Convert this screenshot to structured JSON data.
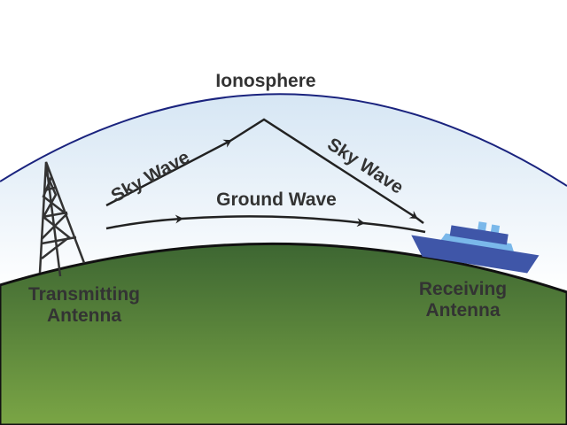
{
  "labels": {
    "ionosphere": "Ionosphere",
    "sky_wave_up": "Sky Wave",
    "sky_wave_down": "Sky Wave",
    "ground_wave": "Ground Wave",
    "transmitting_line1": "Transmitting",
    "transmitting_line2": "Antenna",
    "receiving_line1": "Receiving",
    "receiving_line2": "Antenna"
  },
  "colors": {
    "ionosphere_line": "#1a237e",
    "sky_top": "#d6e6f4",
    "ground_dark": "#3d6632",
    "ground_light": "#7aa545",
    "ship_dark": "#3f56a8",
    "ship_light": "#7ab8ea"
  }
}
